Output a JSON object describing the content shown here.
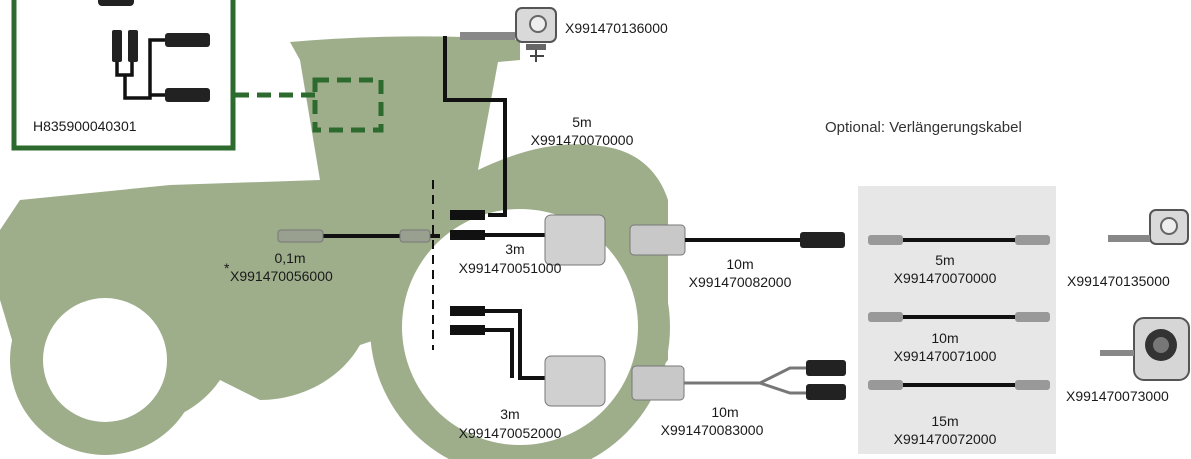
{
  "colors": {
    "tractor": "#9eae8b",
    "frame": "#2d6a2d",
    "cable": "#111111",
    "optionalPanel": "#e7e7e7"
  },
  "icons": {
    "camera": "camera-icon",
    "connector": "connector-icon",
    "split": "y-splitter-icon"
  },
  "labels": {
    "adapter_part": "H835900040301",
    "cam_top_part": "X991470136000",
    "cable_5m_len": "5m",
    "cable_5m_part": "X991470070000",
    "optional_title": "Optional: Verlängerungskabel",
    "c01_len": "0,1m",
    "c01_star": "*",
    "c01_part": "X991470056000",
    "c3a_len": "3m",
    "c3a_part": "X991470051000",
    "c10a_len": "10m",
    "c10a_part": "X991470082000",
    "opt5_len": "5m",
    "opt5_part": "X991470070000",
    "cam_right_part": "X991470135000",
    "opt10_len": "10m",
    "opt10_part": "X991470071000",
    "cam_round_part": "X991470073000",
    "c10b_len": "10m",
    "c10b_part": "X991470083000",
    "c3b_len": "3m",
    "c3b_part": "X991470052000",
    "opt15_len": "15m",
    "opt15_part": "X991470072000"
  }
}
